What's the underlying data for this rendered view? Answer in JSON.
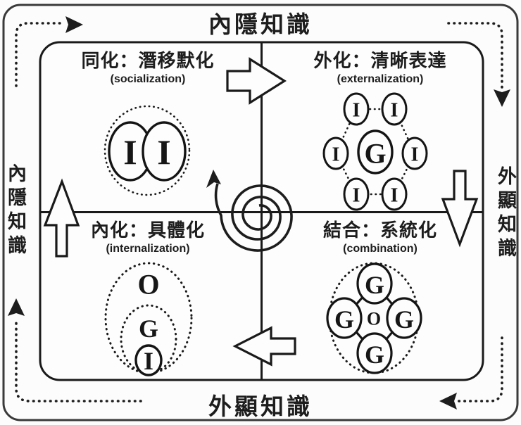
{
  "colors": {
    "ink": "#1d1d1d",
    "paper": "#fcfcfc",
    "frame": "#3a3a3a"
  },
  "edge_labels": {
    "top": "內隱知識",
    "bottom": "外顯知識",
    "left": "內隱知識",
    "right": "外顯知識"
  },
  "quadrants": {
    "socialization": {
      "title": "同化：潛移默化",
      "subtitle": "(socialization)",
      "circles": [
        "I",
        "I"
      ]
    },
    "externalization": {
      "title": "外化：清晰表達",
      "subtitle": "(externalization)",
      "center": "G",
      "ring": [
        "I",
        "I",
        "I",
        "I",
        "I",
        "I"
      ]
    },
    "internalization": {
      "title": "內化：具體化",
      "subtitle": "(internalization)",
      "layers": [
        "O",
        "G",
        "I"
      ]
    },
    "combination": {
      "title": "結合：系統化",
      "subtitle": "(combination)",
      "center": "O",
      "ring": [
        "G",
        "G",
        "G",
        "G"
      ]
    }
  }
}
